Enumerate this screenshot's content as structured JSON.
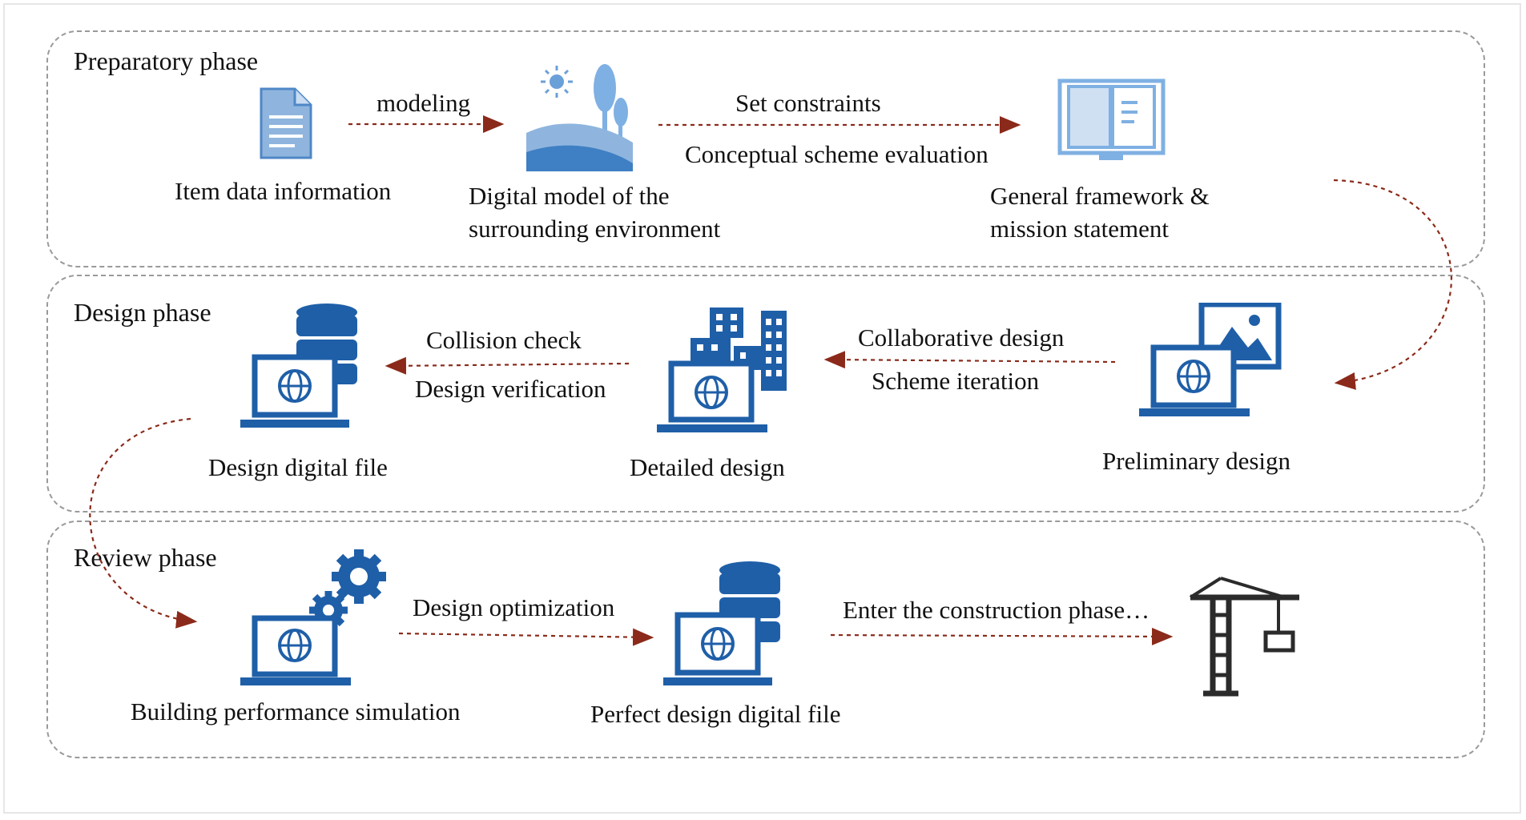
{
  "phases": {
    "preparatory": {
      "title": "Preparatory phase",
      "item_data": "Item data information",
      "arrow_modeling": "modeling",
      "digital_model_l1": "Digital model of the",
      "digital_model_l2": "surrounding environment",
      "set_constraints": "Set constraints",
      "conceptual_eval": "Conceptual scheme evaluation",
      "framework_l1": "General framework &",
      "framework_l2": "mission statement"
    },
    "design": {
      "title": "Design phase",
      "design_file": "Design digital file",
      "collision_check": "Collision check",
      "design_verification": "Design verification",
      "detailed_design": "Detailed design",
      "collaborative_design": "Collaborative design",
      "scheme_iteration": "Scheme iteration",
      "preliminary_design": "Preliminary design"
    },
    "review": {
      "title": "Review phase",
      "performance_sim": "Building performance simulation",
      "design_optimization": "Design optimization",
      "perfect_file": "Perfect design digital file",
      "enter_construction": "Enter the construction phase…"
    }
  },
  "colors": {
    "dark_blue": "#1f5fa8",
    "light_blue": "#8fb5de",
    "arrow": "#8b2a1a",
    "panel_border": "#9a9a9a"
  }
}
